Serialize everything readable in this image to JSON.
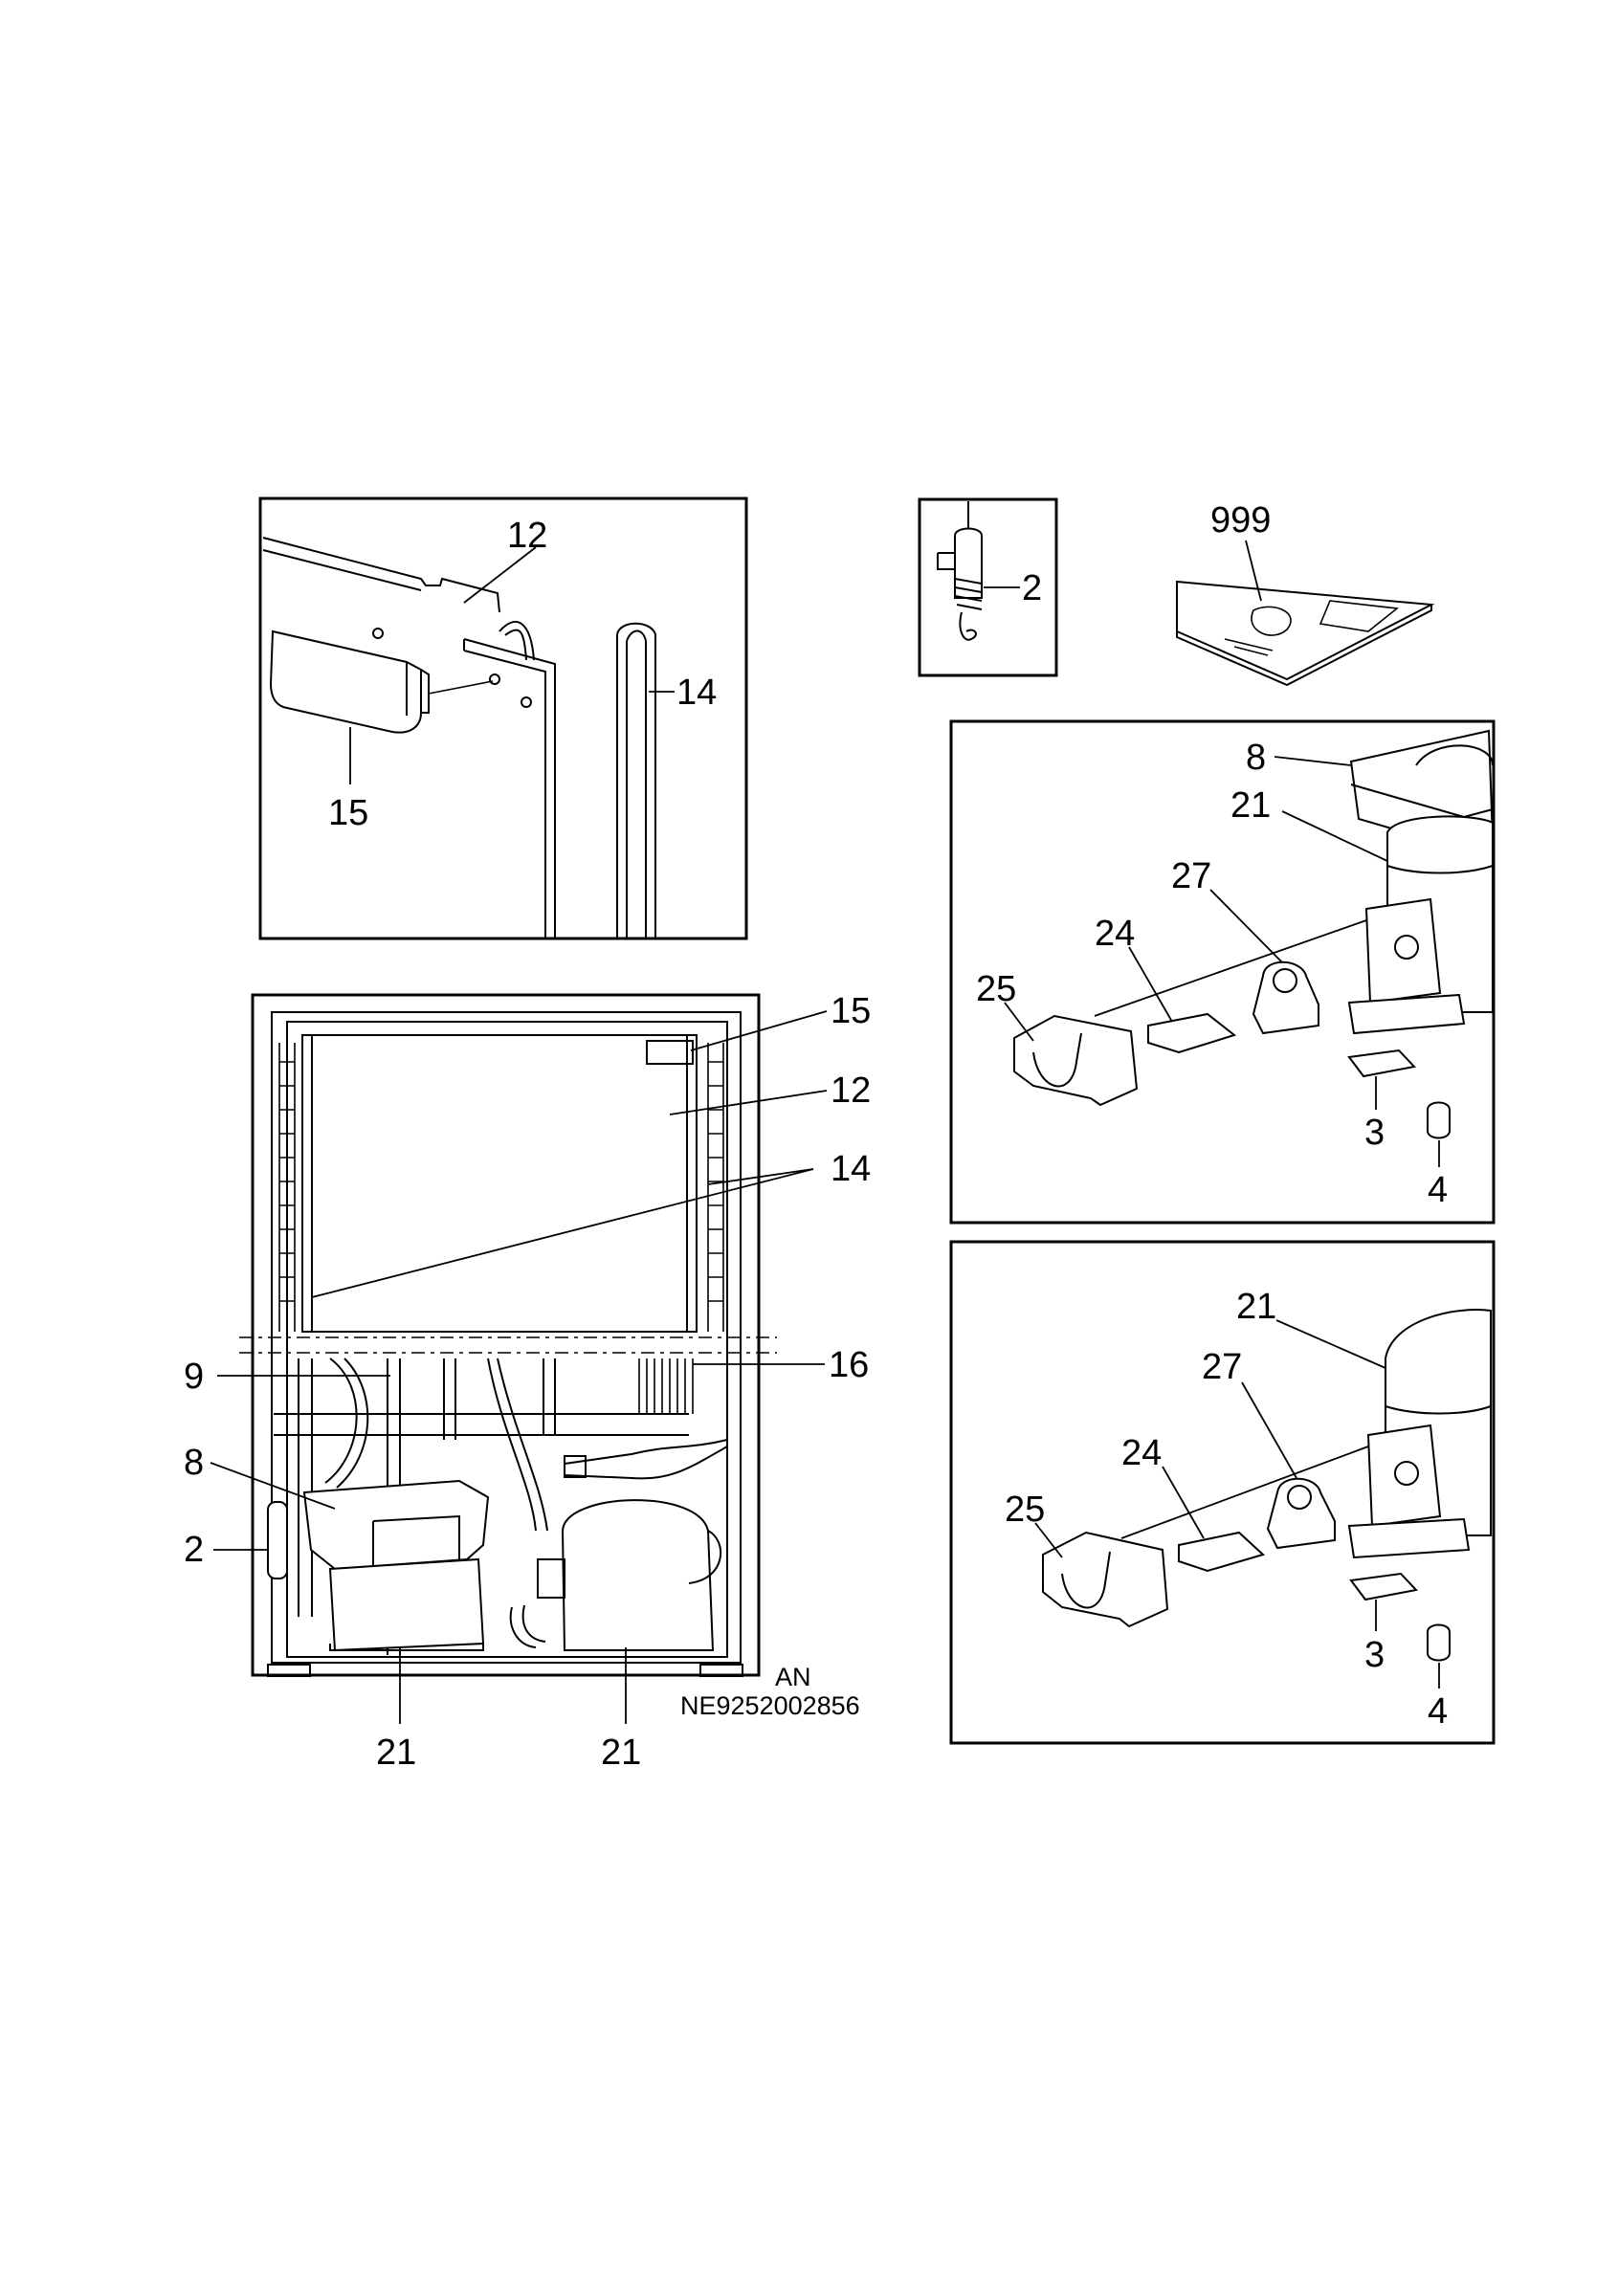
{
  "panels": {
    "top_left": {
      "callouts": {
        "c12": "12",
        "c14": "14",
        "c15": "15"
      }
    },
    "top_middle": {
      "callouts": {
        "c2": "2"
      }
    },
    "top_right_label": {
      "c999": "999"
    },
    "main_cabinet": {
      "callouts": {
        "c15": "15",
        "c12": "12",
        "c14": "14",
        "c16": "16",
        "c9": "9",
        "c8": "8",
        "c2": "2",
        "c21a": "21",
        "c21b": "21"
      },
      "code_line1": "AN",
      "code_line2": "NE9252002856"
    },
    "compressor_upper": {
      "callouts": {
        "c8": "8",
        "c21": "21",
        "c27": "27",
        "c24": "24",
        "c25": "25",
        "c3": "3",
        "c4": "4"
      }
    },
    "compressor_lower": {
      "callouts": {
        "c21": "21",
        "c27": "27",
        "c24": "24",
        "c25": "25",
        "c3": "3",
        "c4": "4"
      }
    }
  }
}
